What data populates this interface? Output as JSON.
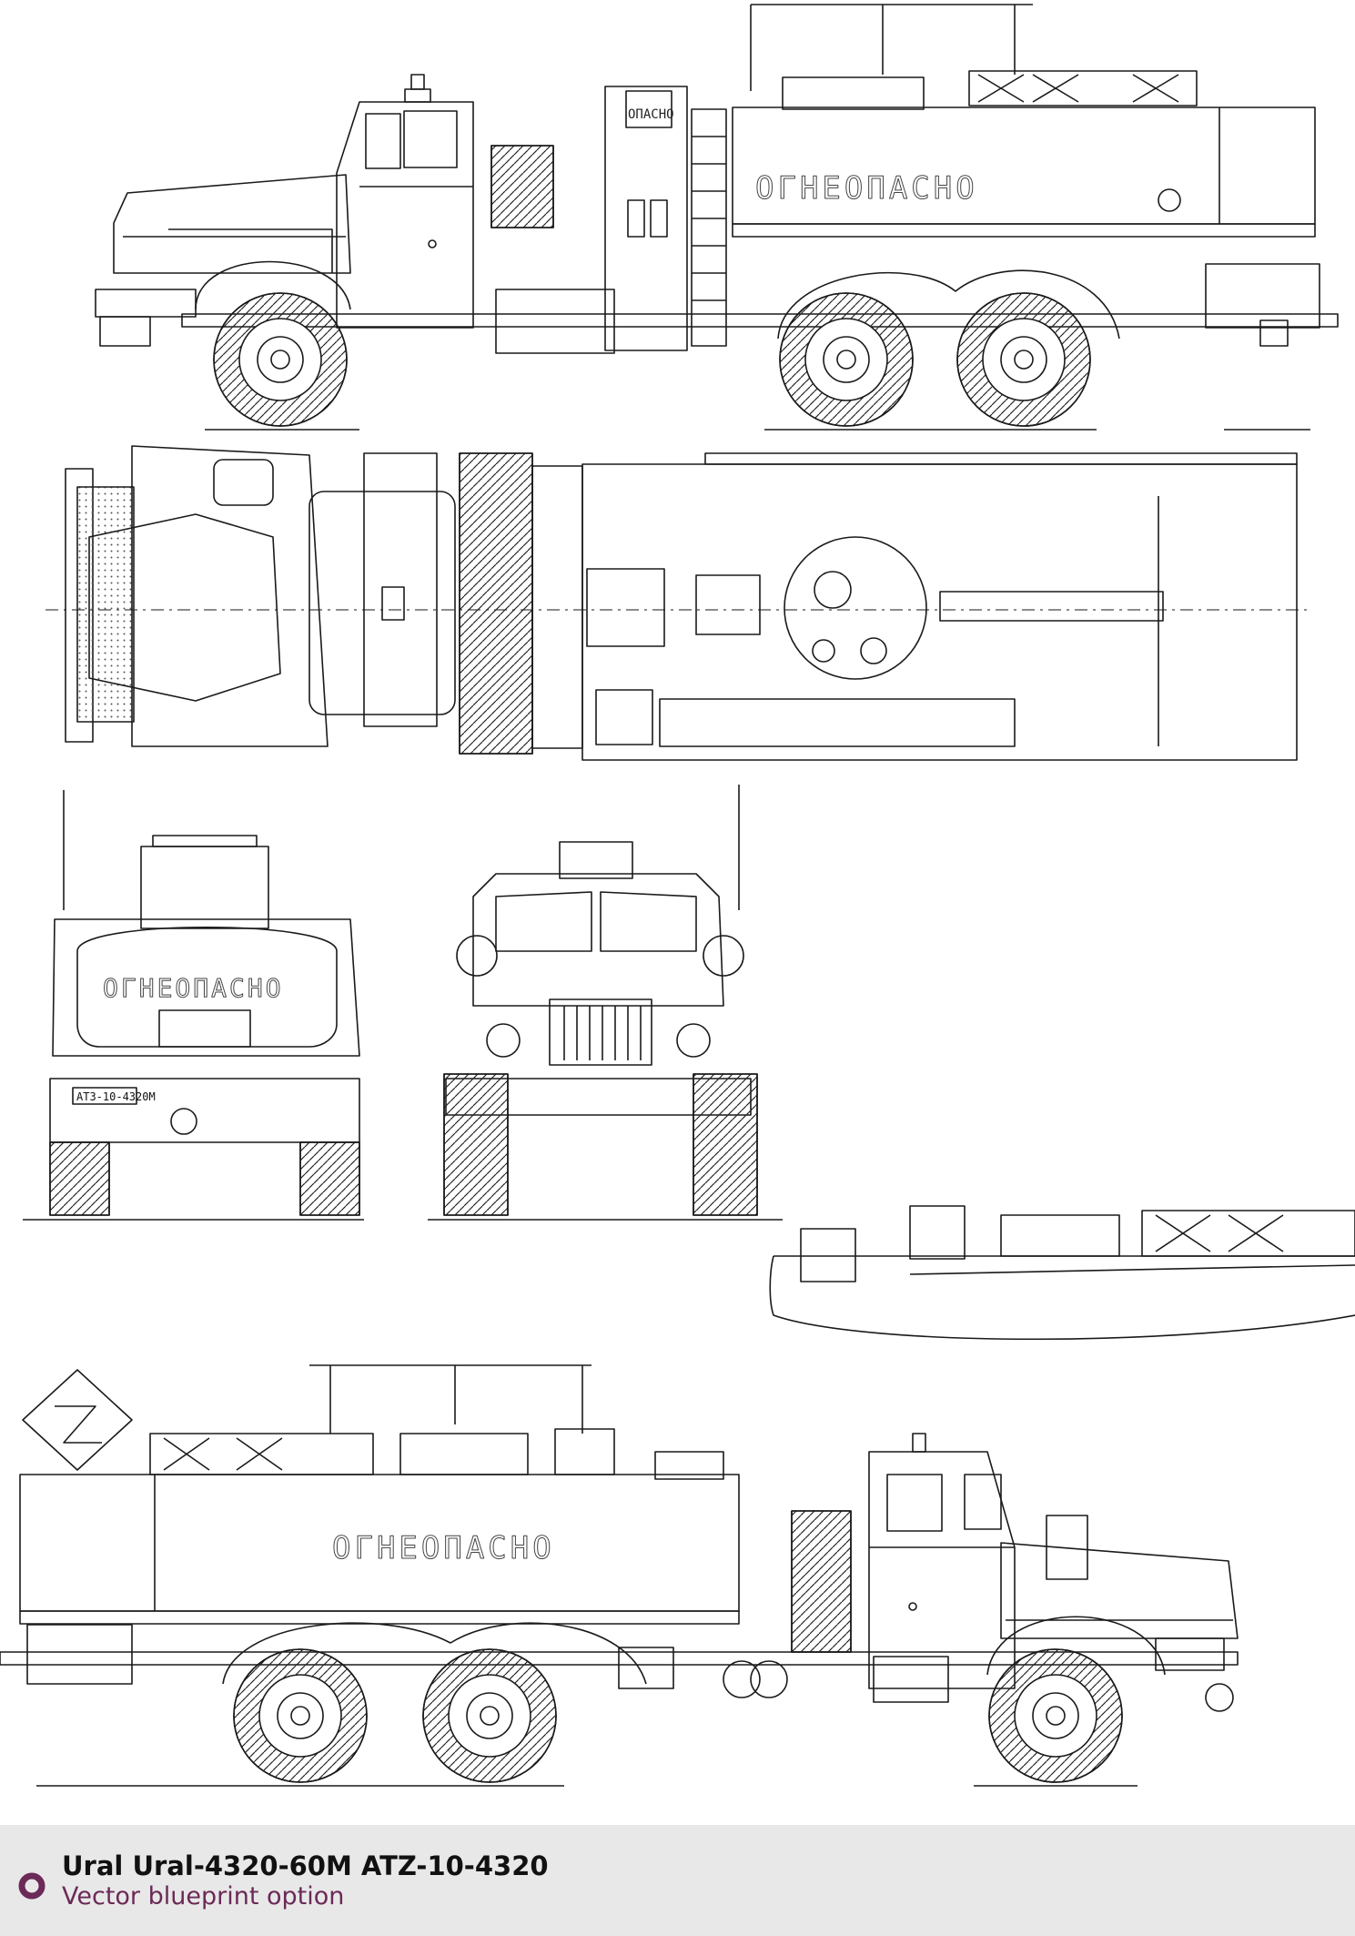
{
  "views": {
    "side_left": {
      "tank_label": "ОГНЕОПАСНО",
      "plate_label": "ОПАСНО"
    },
    "top": {},
    "rear": {
      "tank_label": "ОГНЕОПАСНО",
      "plate_label": "АТЗ-10-4320М"
    },
    "front": {},
    "side_right": {
      "tank_label": "ОГНЕОПАСНО"
    }
  },
  "footer": {
    "title": "Ural Ural-4320-60M ATZ-10-4320",
    "subtitle": "Vector blueprint option",
    "icon": "ring-icon",
    "accent_color": "#6b2a57",
    "background_color": "#e8e8e8"
  }
}
